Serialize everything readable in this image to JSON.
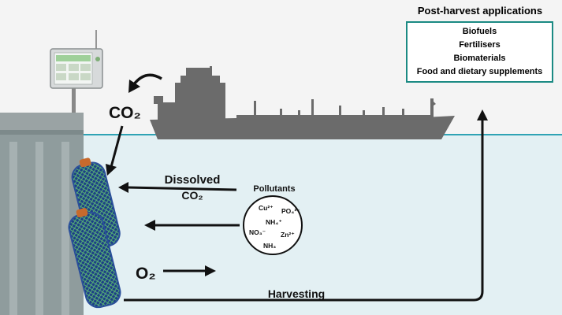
{
  "post_harvest": {
    "title": "Post-harvest applications",
    "items": [
      "Biofuels",
      "Fertilisers",
      "Biomaterials",
      "Food and dietary supplements"
    ]
  },
  "inputs": {
    "co2_main": "CO₂",
    "dissolved_line1": "Dissolved",
    "dissolved_line2": "CO₂",
    "o2": "O₂"
  },
  "pollutants": {
    "title": "Pollutants",
    "cu": "Cu²⁺",
    "po4": "PO₄³⁻",
    "nh4": "NH₄⁺",
    "no3": "NO₃⁻",
    "zn": "Zn²⁺",
    "nh3": "NH₃"
  },
  "harvesting_label": "Harvesting",
  "colors": {
    "sky": "#f4f4f4",
    "water": "#e3f0f3",
    "waterline": "#2fa3b4",
    "ship": "#6b6b6b",
    "dock": "#8a9a9b",
    "arrow": "#111111",
    "accent": "#1b8a83",
    "cage": "#2a4f9a"
  }
}
